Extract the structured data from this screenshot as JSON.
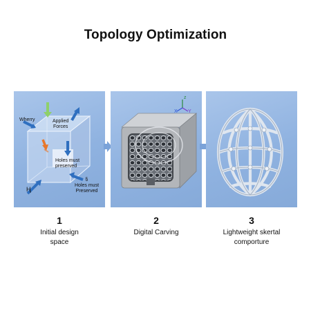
{
  "title": "Topology Optimization",
  "steps": [
    {
      "number": "1",
      "label_lines": [
        "Initial design",
        "space"
      ],
      "annotations": {
        "top_left": "Wherry",
        "applied_forces": [
          "Applied",
          "Forces"
        ],
        "holes_1": [
          "Holes must",
          "preserved"
        ],
        "holes_2_mark": "ნ",
        "holes_2": [
          "Holes must",
          "Preserved"
        ],
        "bottom_left": "Ң"
      }
    },
    {
      "number": "2",
      "label_lines": [
        "Digital Carving"
      ],
      "axis_labels": {
        "z": "z",
        "x": "X",
        "y": "Y"
      }
    },
    {
      "number": "3",
      "label_lines": [
        "Lightweight skertal",
        "comporture"
      ]
    }
  ],
  "colors": {
    "panel": "#8fb2e0",
    "arrow_blue": "#2f6fbf",
    "arrow_orange": "#e8772a",
    "arrow_green": "#8fd06a",
    "connector": "#7aa2d8",
    "frame_gray": "#8f9296"
  }
}
